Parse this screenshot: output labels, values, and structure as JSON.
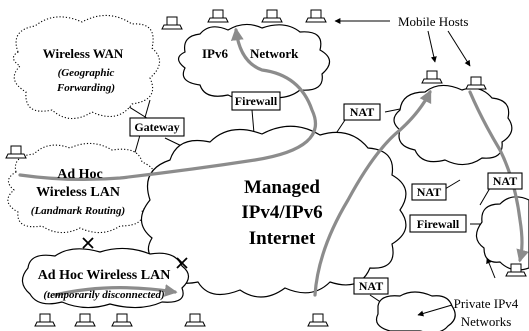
{
  "labels": {
    "mobile_hosts": "Mobile Hosts",
    "wireless_wan": "Wireless WAN",
    "geographic_1": "(Geographic",
    "geographic_2": "Forwarding)",
    "ipv6": "IPv6",
    "network": "Network",
    "firewall_top": "Firewall",
    "gateway": "Gateway",
    "nat_top": "NAT",
    "nat_mid": "NAT",
    "nat_right": "NAT",
    "nat_bottom": "NAT",
    "adhoc_1": "Ad Hoc",
    "adhoc_2": "Wireless LAN",
    "landmark": "(Landmark Routing)",
    "managed": "Managed",
    "ipv4ipv6": "IPv4/IPv6",
    "internet": "Internet",
    "firewall_bottom": "Firewall",
    "adhoc_lan": "Ad Hoc Wireless LAN",
    "temp_disc": "(temporarily disconnected)",
    "private_1": "Private IPv4",
    "private_2": "Networks"
  },
  "icons": {
    "host": "laptop-icon",
    "broken_link": "cross-mark-icon"
  },
  "colors": {
    "route": "#8c8c8c",
    "line": "#000000"
  }
}
